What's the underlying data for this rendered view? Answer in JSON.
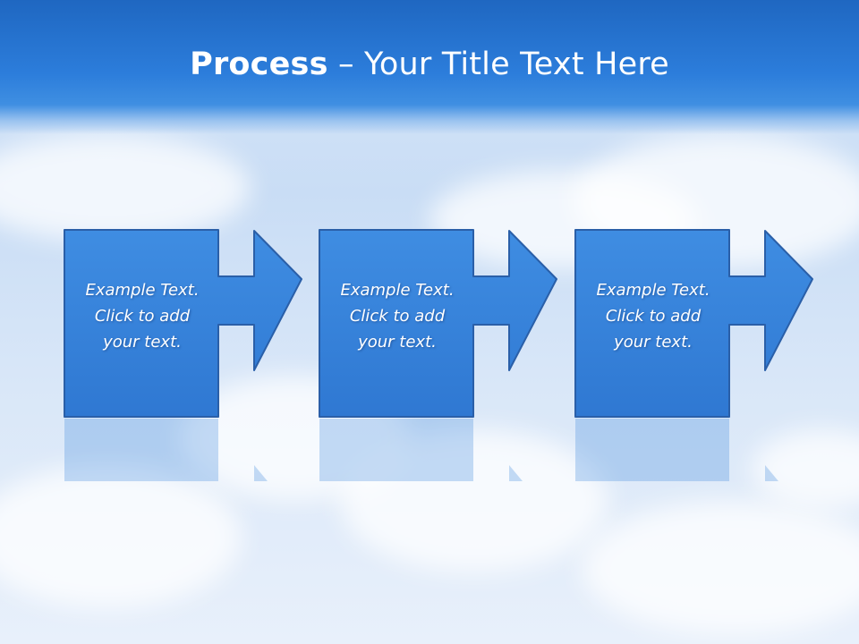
{
  "slide": {
    "title_bold": "Process",
    "title_rest": " – Your Title Text Here",
    "steps": [
      {
        "text_line1": "Example Text.",
        "text_line2": "Click  to add",
        "text_line3": "your text."
      },
      {
        "text_line1": "Example Text.",
        "text_line2": "Click  to add",
        "text_line3": "your text."
      },
      {
        "text_line1": "Example Text.",
        "text_line2": "Click  to add",
        "text_line3": "your text."
      }
    ]
  },
  "colors": {
    "header": "#2277d4",
    "box_fill": "#3a86dc",
    "box_stroke": "#2a5fa8"
  }
}
